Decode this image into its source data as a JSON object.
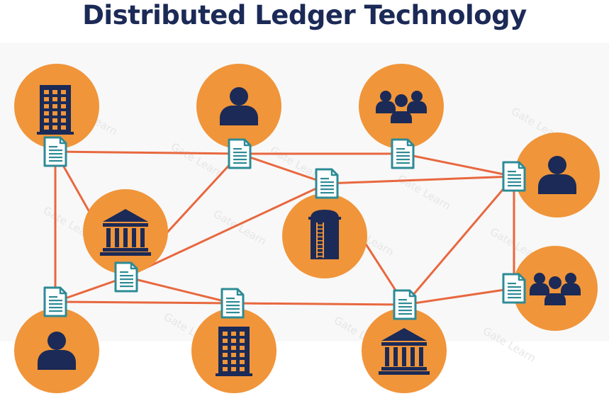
{
  "title": "Distributed Ledger Technology",
  "colors": {
    "title": "#1b2a56",
    "node_fill": "#f0953a",
    "icon": "#1b2a56",
    "link": "#e8683f",
    "document_border": "#2d8b96",
    "document_lines": "#2d8b96",
    "document_fill": "#ffffff",
    "watermark": "#e6e6e6"
  },
  "watermark": "Gate Learn",
  "nodes": [
    {
      "id": "n1",
      "icon": "office-building"
    },
    {
      "id": "n2",
      "icon": "person"
    },
    {
      "id": "n3",
      "icon": "group"
    },
    {
      "id": "n4",
      "icon": "person"
    },
    {
      "id": "n5",
      "icon": "bank"
    },
    {
      "id": "n6",
      "icon": "silo"
    },
    {
      "id": "n7",
      "icon": "group"
    },
    {
      "id": "n8",
      "icon": "person"
    },
    {
      "id": "n9",
      "icon": "office-building"
    },
    {
      "id": "n10",
      "icon": "bank"
    }
  ],
  "ledgers": [
    {
      "id": "d1",
      "node": "n1"
    },
    {
      "id": "d2",
      "node": "n2"
    },
    {
      "id": "d3",
      "node": "n3"
    },
    {
      "id": "d4",
      "node": "n4"
    },
    {
      "id": "d5",
      "node": "n5"
    },
    {
      "id": "d6",
      "node": "n6"
    },
    {
      "id": "d7",
      "node": "n7"
    },
    {
      "id": "d8",
      "node": "n8"
    },
    {
      "id": "d9",
      "node": "n9"
    },
    {
      "id": "d10",
      "node": "n10"
    }
  ],
  "links": [
    [
      "d1",
      "d2"
    ],
    [
      "d2",
      "d3"
    ],
    [
      "d3",
      "d4"
    ],
    [
      "d1",
      "d8"
    ],
    [
      "d1",
      "d5"
    ],
    [
      "d2",
      "d6"
    ],
    [
      "d2",
      "d5"
    ],
    [
      "d6",
      "d4"
    ],
    [
      "d6",
      "d5"
    ],
    [
      "d6",
      "d10"
    ],
    [
      "d4",
      "d10"
    ],
    [
      "d4",
      "d7"
    ],
    [
      "d5",
      "d8"
    ],
    [
      "d5",
      "d9"
    ],
    [
      "d8",
      "d9"
    ],
    [
      "d9",
      "d10"
    ],
    [
      "d10",
      "d7"
    ]
  ]
}
